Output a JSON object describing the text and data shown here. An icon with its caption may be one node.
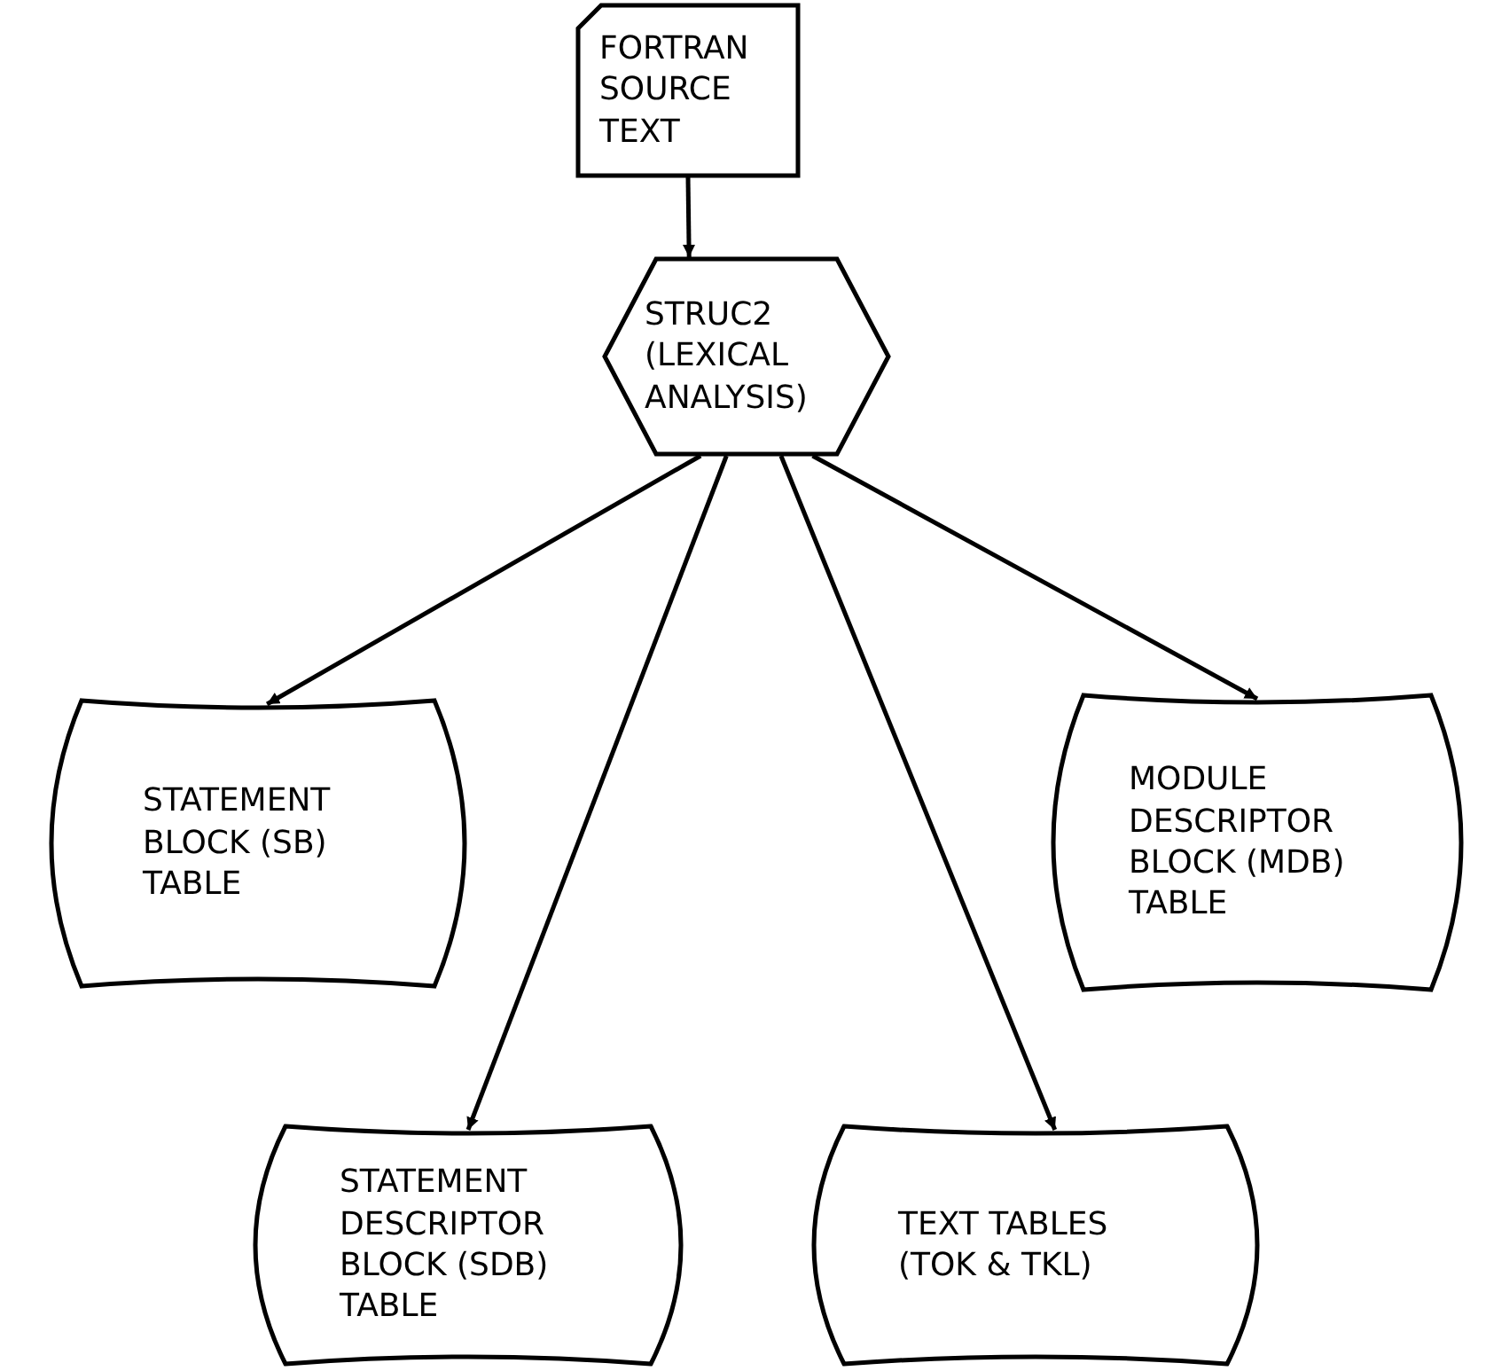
{
  "diagram": {
    "nodes": [
      {
        "text": [
          "FORTRAN SOURCE TEXT"
        ]
      },
      {
        "text": [
          "STRUC2 (LEXICAL ANALYSIS)"
        ]
      },
      {
        "text": [
          "STATEMENT BLOCK (SB) TABLE"
        ]
      },
      {
        "text": [
          "MODULE DESCRIPTOR BLOCK (MDB) TABLE"
        ]
      },
      {
        "text": [
          "STATEMENT DESCRIPTOR BLOCK (SDB) TABLE"
        ]
      },
      {
        "text": [
          "TEXT TABLES (TOK & TKL)"
        ]
      }
    ],
    "edges": [
      {
        "from": 0,
        "to": 1,
        "arrow": "to"
      },
      {
        "from": 1,
        "to": 2,
        "arrow": "to"
      },
      {
        "from": 1,
        "to": 4,
        "arrow": "to"
      },
      {
        "from": 1,
        "to": 5,
        "arrow": "to"
      },
      {
        "from": 1,
        "to": 3,
        "arrow": "to"
      }
    ]
  }
}
